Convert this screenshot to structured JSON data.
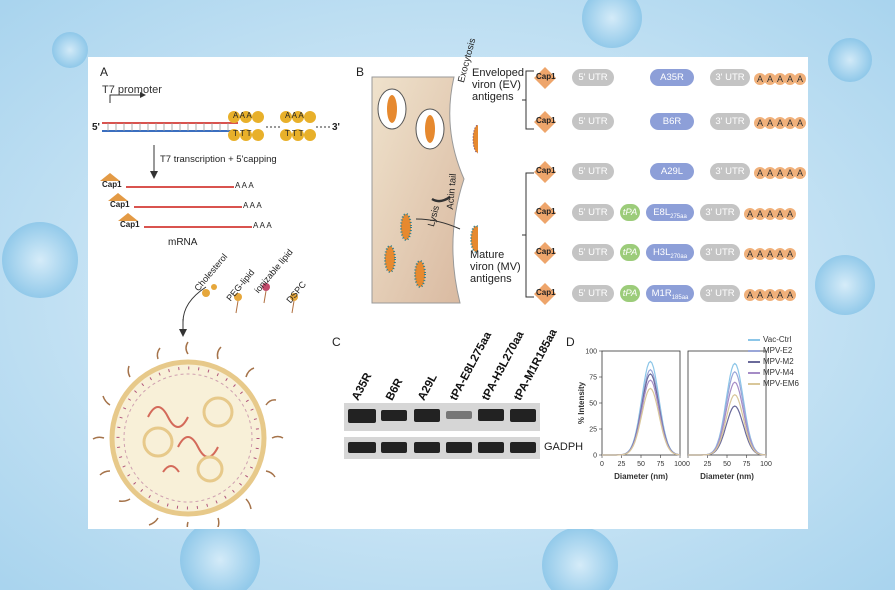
{
  "panelA": {
    "label": "A",
    "t7_promoter": "T7 promoter",
    "five_prime": "5'",
    "three_prime": "3'",
    "transcription": "T7 transcription + 5'capping",
    "cap": "Cap1",
    "mrna": "mRNA",
    "lipids": [
      "Cholesterol",
      "PEG-lipid",
      "ionizable lipid",
      "DSPC"
    ],
    "polyA_top": "A A A",
    "polyT": "T T T"
  },
  "panelB": {
    "label": "B",
    "exocytosis": "Exocytosis",
    "lysis": "Lysis",
    "actin": "Actin tail",
    "ev_label": [
      "Enveloped",
      "viron (EV)",
      "antigens"
    ],
    "mv_label": [
      "Mature",
      "viron (MV)",
      "antigens"
    ],
    "constructs": [
      {
        "cap": "Cap1",
        "utr5": "5' UTR",
        "tpa": "",
        "antigen": "A35R",
        "sub": "",
        "utr3": "3' UTR",
        "group": "EV"
      },
      {
        "cap": "Cap1",
        "utr5": "5' UTR",
        "tpa": "",
        "antigen": "B6R",
        "sub": "",
        "utr3": "3' UTR",
        "group": "EV"
      },
      {
        "cap": "Cap1",
        "utr5": "5' UTR",
        "tpa": "",
        "antigen": "A29L",
        "sub": "",
        "utr3": "3' UTR",
        "group": "MV"
      },
      {
        "cap": "Cap1",
        "utr5": "5' UTR",
        "tpa": "tPA",
        "antigen": "E8L",
        "sub": "275aa",
        "utr3": "3' UTR",
        "group": "MV"
      },
      {
        "cap": "Cap1",
        "utr5": "5' UTR",
        "tpa": "tPA",
        "antigen": "H3L",
        "sub": "270aa",
        "utr3": "3' UTR",
        "group": "MV"
      },
      {
        "cap": "Cap1",
        "utr5": "5' UTR",
        "tpa": "tPA",
        "antigen": "M1R",
        "sub": "185aa",
        "utr3": "3' UTR",
        "group": "MV"
      }
    ],
    "polyA": [
      "A",
      "A",
      "A",
      "A",
      "A"
    ]
  },
  "panelC": {
    "label": "C",
    "lanes": [
      "A35R",
      "B6R",
      "A29L",
      "tPA-E8L275aa",
      "tPA-H3L270aa",
      "tPA-M1R185aa"
    ],
    "gadph": "GADPH"
  },
  "panelD": {
    "label": "D",
    "ylabel": "% Intensity",
    "xlabel": "Diameter (nm)",
    "yticks": [
      0,
      25,
      50,
      75,
      100
    ],
    "xticks": [
      0,
      25,
      50,
      75,
      100
    ],
    "legend": [
      {
        "name": "Vac-Ctrl",
        "color": "#8cc6e8"
      },
      {
        "name": "MPV-E2",
        "color": "#9aa6d8"
      },
      {
        "name": "MPV-M2",
        "color": "#6a6a9a"
      },
      {
        "name": "MPV-M4",
        "color": "#a58cc6"
      },
      {
        "name": "MPV-EM6",
        "color": "#d9c79a"
      }
    ]
  },
  "chart_data": [
    {
      "type": "line",
      "xlabel": "Diameter (nm)",
      "ylabel": "% Intensity",
      "xlim": [
        0,
        100
      ],
      "ylim": [
        0,
        100
      ],
      "series": [
        {
          "name": "Vac-Ctrl",
          "peak_x": 62,
          "peak_y": 90
        },
        {
          "name": "MPV-E2",
          "peak_x": 62,
          "peak_y": 82
        },
        {
          "name": "MPV-M2",
          "peak_x": 62,
          "peak_y": 78
        },
        {
          "name": "MPV-M4",
          "peak_x": 62,
          "peak_y": 72
        },
        {
          "name": "MPV-EM6",
          "peak_x": 62,
          "peak_y": 64
        }
      ]
    },
    {
      "type": "line",
      "xlabel": "Diameter (nm)",
      "ylabel": "",
      "xlim": [
        0,
        100
      ],
      "ylim": [
        0,
        100
      ],
      "series": [
        {
          "name": "Vac-Ctrl",
          "peak_x": 60,
          "peak_y": 88
        },
        {
          "name": "MPV-E2",
          "peak_x": 60,
          "peak_y": 80
        },
        {
          "name": "MPV-M2",
          "peak_x": 60,
          "peak_y": 47
        },
        {
          "name": "MPV-M4",
          "peak_x": 60,
          "peak_y": 70
        },
        {
          "name": "MPV-EM6",
          "peak_x": 60,
          "peak_y": 58
        }
      ]
    }
  ]
}
